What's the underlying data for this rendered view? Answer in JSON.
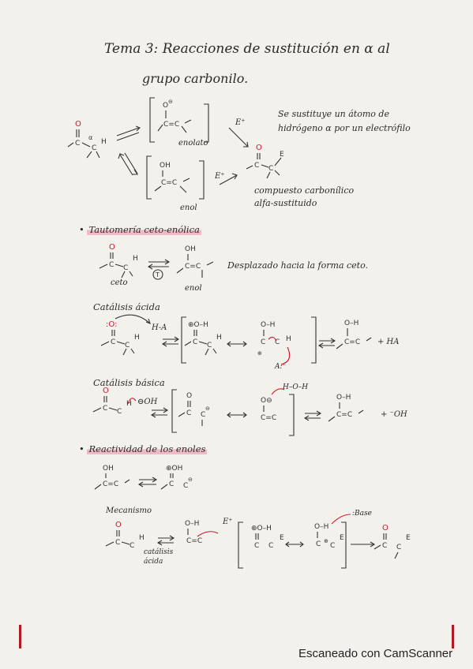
{
  "title": {
    "line1_prefix": "Tema 3:",
    "line1": "Reacciones de sustitución en α al",
    "line2": "grupo carbonilo."
  },
  "intro": {
    "enolate_label": "enolato",
    "enol_label": "enol",
    "electrophile": "E⁺",
    "note": "Se sustituye un átomo de hidrógeno α por un electrófilo",
    "product_label": "compuesto carbonílico alfa-sustituido"
  },
  "tautomeria": {
    "heading": "Tautomería ceto-enólica",
    "keto_label": "ceto",
    "enol_label": "enol",
    "T_symbol": "T",
    "note": "Desplazado hacia la forma ceto."
  },
  "acid_catalysis": {
    "heading": "Catálisis ácida",
    "reagent": "H-A",
    "base_label": "A:⁻",
    "byproduct": "+ HA"
  },
  "base_catalysis": {
    "heading": "Catálisis básica",
    "reagent": "⊖OH",
    "water": "H–O–H",
    "byproduct": "+ ⁻OH"
  },
  "enol_reactivity": {
    "heading": "Reactividad de los enoles",
    "mechanism_heading": "Mecanismo",
    "condition": "catálisis ácida",
    "electrophile": "E⁺",
    "base_label": ":Base",
    "E": "E"
  },
  "footer": {
    "text": "Escaneado con CamScanner"
  },
  "colors": {
    "paper": "#f3f1ec",
    "ink": "#2a2a2a",
    "accent_red": "#d0152b",
    "highlight_pink": "#e87896"
  }
}
